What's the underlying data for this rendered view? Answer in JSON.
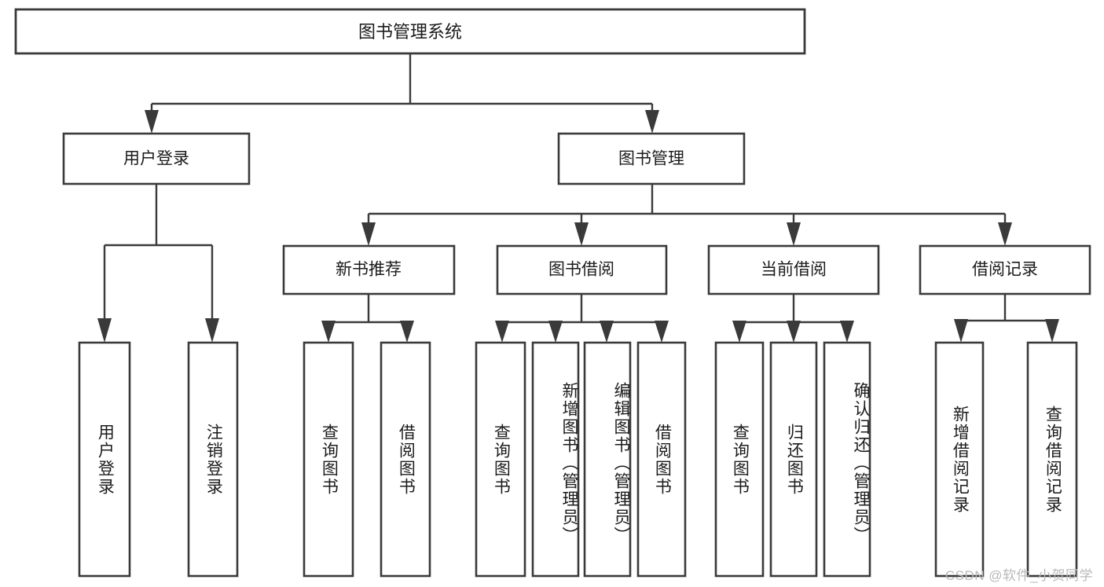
{
  "diagram": {
    "title": "图书管理系统",
    "type": "tree-hierarchy",
    "colors": {
      "stroke": "#3a3a3a",
      "fill": "#ffffff",
      "text": "#1b1b1b",
      "watermark": "#b9b9b9"
    },
    "root": {
      "label": "图书管理系统"
    },
    "level2": [
      {
        "label": "用户登录"
      },
      {
        "label": "图书管理"
      }
    ],
    "level3": [
      {
        "label": "新书推荐"
      },
      {
        "label": "图书借阅"
      },
      {
        "label": "当前借阅"
      },
      {
        "label": "借阅记录"
      }
    ],
    "leaves": {
      "user_login": [
        {
          "label": "用户登录"
        },
        {
          "label": "注销登录"
        }
      ],
      "new_book_recommend": [
        {
          "label": "查询图书"
        },
        {
          "label": "借阅图书"
        }
      ],
      "book_borrow": [
        {
          "label": "查询图书"
        },
        {
          "label": "新增图书（管理员）"
        },
        {
          "label": "编辑图书（管理员）"
        },
        {
          "label": "借阅图书"
        }
      ],
      "current_borrow": [
        {
          "label": "查询图书"
        },
        {
          "label": "归还图书"
        },
        {
          "label": "确认归还（管理员）"
        }
      ],
      "borrow_record": [
        {
          "label": "新增借阅记录"
        },
        {
          "label": "查询借阅记录"
        }
      ]
    },
    "watermark": "CSDN @软件_小贺同学"
  }
}
